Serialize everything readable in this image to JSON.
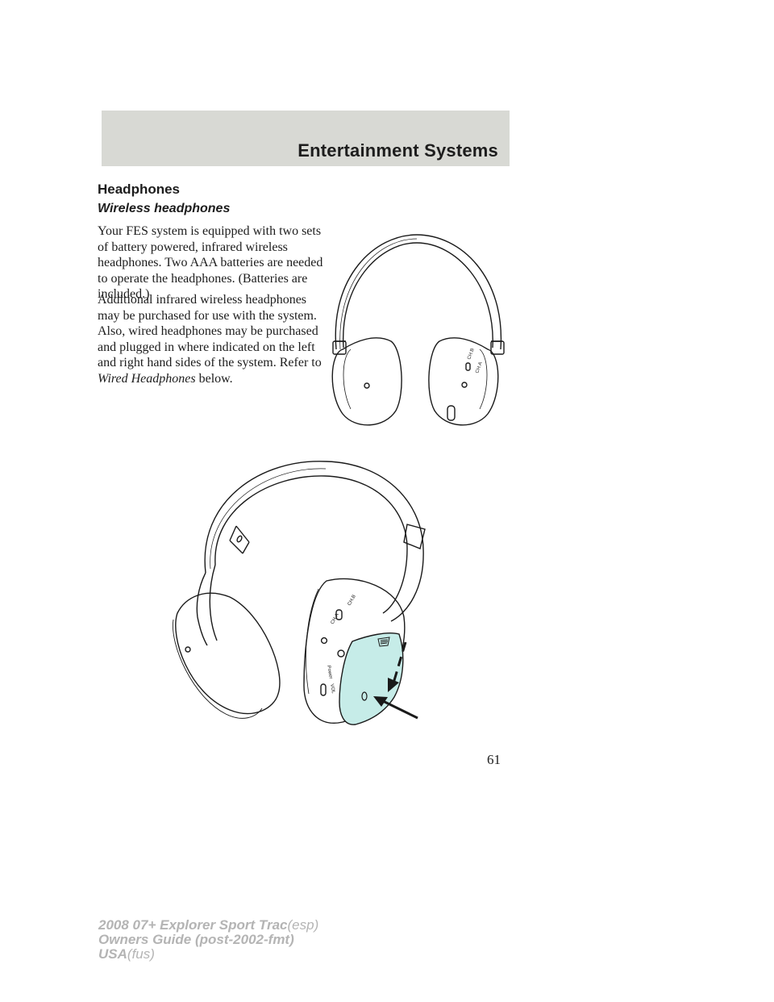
{
  "header": {
    "title": "Entertainment Systems"
  },
  "section": {
    "title": "Headphones",
    "subtitle": "Wireless headphones",
    "paragraph1": "Your FES system is equipped with two sets of battery powered, infrared wireless headphones. Two AAA batteries are needed to operate the headphones. (Batteries are included.)",
    "paragraph2_text": "Additional infrared wireless headphones may be purchased for use with the system. Also, wired headphones may be purchased and plugged in where indicated on the left and right hand sides of the system. Refer to",
    "paragraph2_link": "Wired Headphones",
    "paragraph2_tail": "below."
  },
  "figure_labels": {
    "channel_b": "CH.B",
    "channel_a": "CH.A",
    "power": "Power",
    "volume": "VOL"
  },
  "page_number": "61",
  "footer": {
    "line1_bold": "2008 07+ Explorer Sport Trac",
    "line1_light": "(esp)",
    "line2": "Owners Guide (post-2002-fmt)",
    "line3_bold": "USA",
    "line3_light": "(fus)"
  },
  "colors": {
    "header_band": "#d8d9d4",
    "battery_cover": "#c6ece8",
    "footer_text": "#b4b4b4"
  }
}
